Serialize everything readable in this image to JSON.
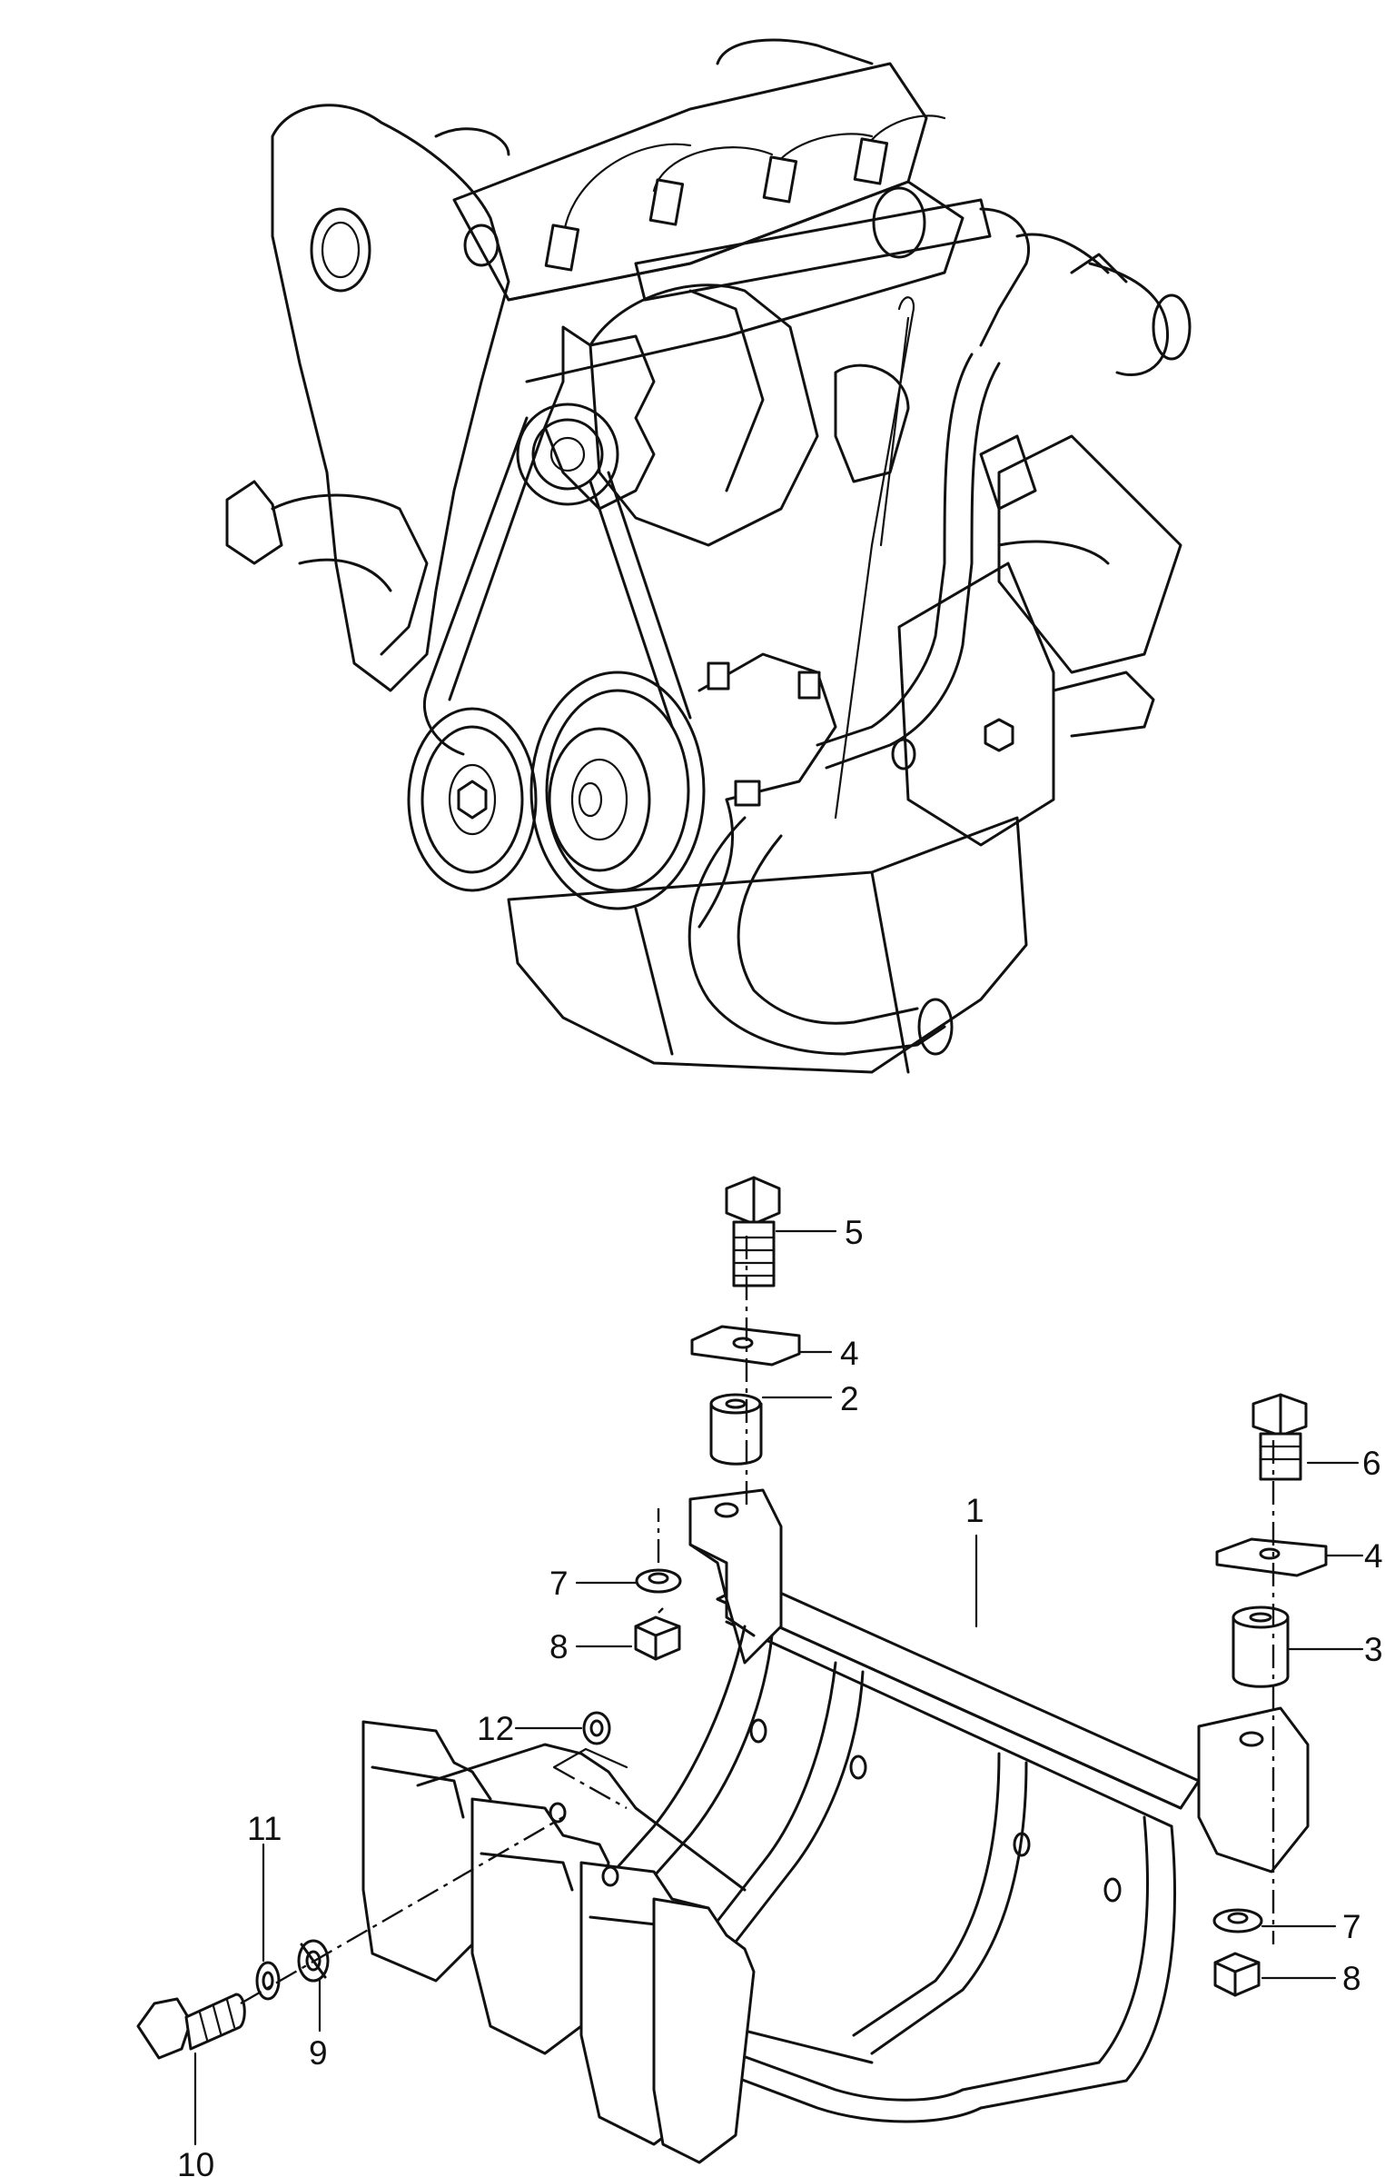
{
  "callouts": {
    "c1": "1",
    "c2": "2",
    "c3": "3",
    "c4a": "4",
    "c4b": "4",
    "c5": "5",
    "c6": "6",
    "c7a": "7",
    "c7b": "7",
    "c8a": "8",
    "c8b": "8",
    "c9": "9",
    "c10": "10",
    "c11": "11",
    "c12": "12"
  },
  "colors": {
    "line": "#111111",
    "background": "#ffffff"
  }
}
